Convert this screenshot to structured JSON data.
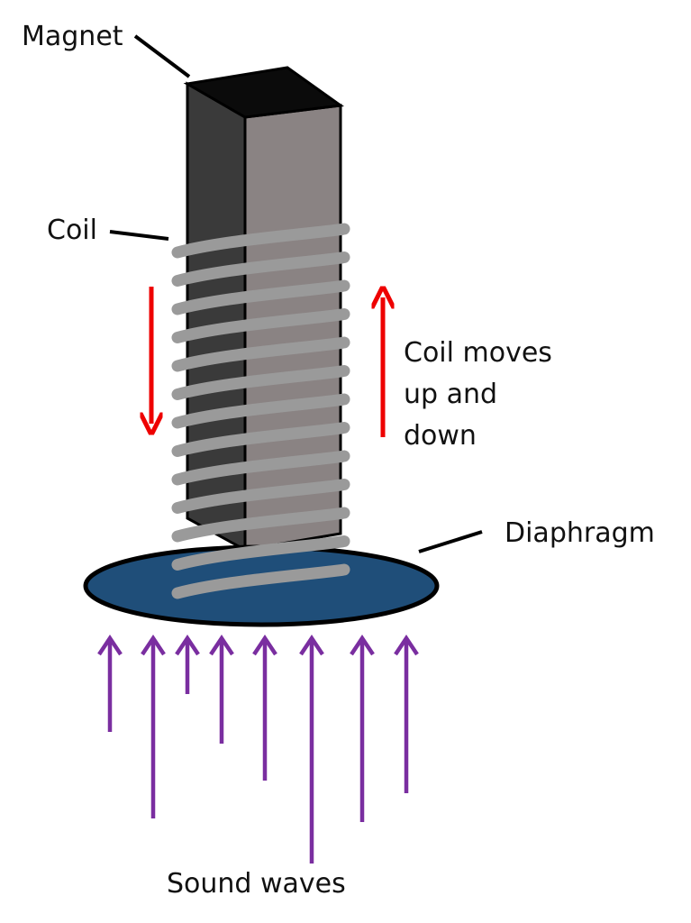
{
  "labels": {
    "magnet": "Magnet",
    "coil": "Coil",
    "coil_moves": [
      "Coil moves",
      "up and",
      "down"
    ],
    "diaphragm": "Diaphragm",
    "sound_waves": "Sound waves"
  },
  "colors": {
    "magnet_top": "#0b0b0b",
    "magnet_left": "#3a3a3a",
    "magnet_right": "#8a8383",
    "coil": "#9a9a9a",
    "diaphragm": "#1f4e79",
    "motion_arrow": "#ee0000",
    "sound_arrow": "#7a2ea0",
    "leader_line": "#000000"
  }
}
